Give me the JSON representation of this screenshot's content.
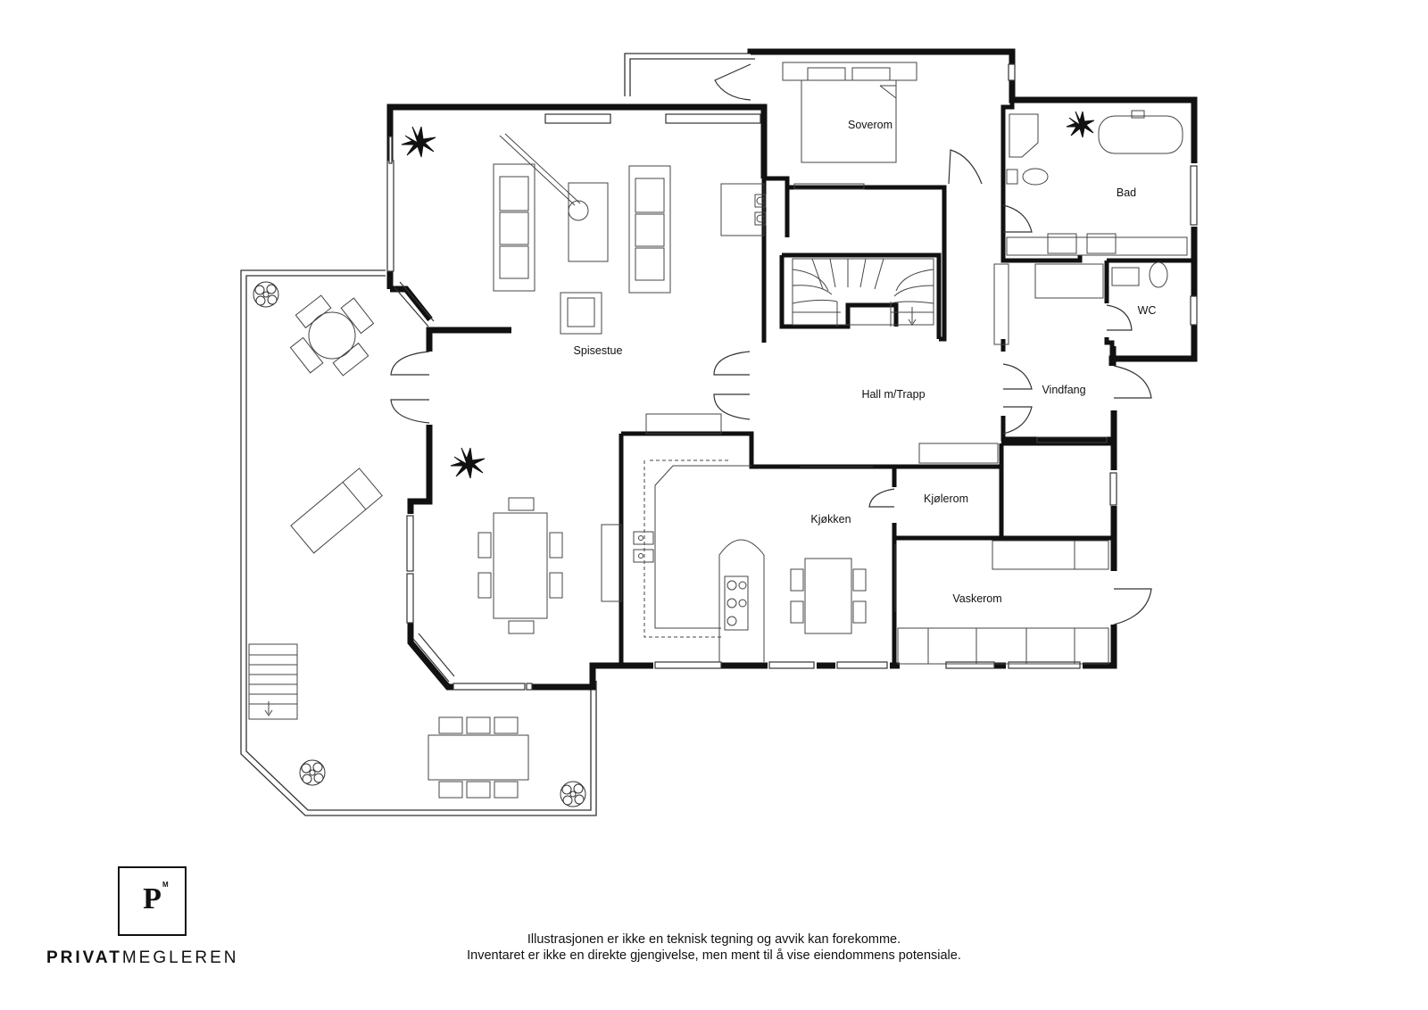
{
  "rooms": {
    "soverom": "Soverom",
    "bad": "Bad",
    "wc": "WC",
    "spisestue": "Spisestue",
    "hall": "Hall m/Trapp",
    "vindfang": "Vindfang",
    "kjolerom": "Kjølerom",
    "kjokken": "Kjøkken",
    "vaskerom": "Vaskerom"
  },
  "brand": {
    "logo_letter": "P",
    "logo_superscript": "M",
    "name_bold": "PRIVAT",
    "name_light": "MEGLEREN"
  },
  "disclaimer": {
    "line1": "Illustrasjonen er ikke en teknisk tegning og avvik kan forekomme.",
    "line2": "Inventaret er ikke en direkte gjengivelse, men ment til å vise eiendommens potensiale."
  }
}
